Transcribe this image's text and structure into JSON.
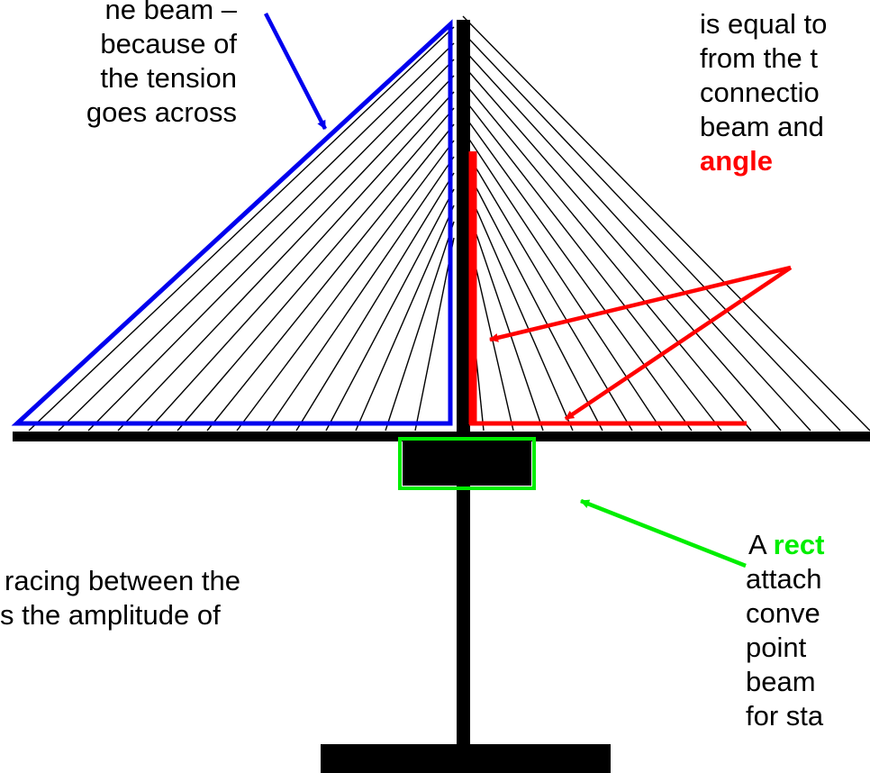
{
  "colors": {
    "structure": "#000000",
    "blue_outline": "#0000ee",
    "red_angle": "#ff0000",
    "green_box": "#00ee00",
    "background": "#ffffff"
  },
  "labels": {
    "left_top": [
      "ne beam –",
      "because of",
      "the tension",
      "goes across"
    ],
    "right_top": [
      "is equal to",
      "from the t",
      "connectio",
      "beam and"
    ],
    "right_top_emphasis": "angle",
    "left_bottom": [
      "racing between the",
      "s the amplitude of"
    ],
    "right_bottom_prefix": "A ",
    "right_bottom_emphasis": "rect",
    "right_bottom": [
      "attach",
      "conve",
      "point",
      "beam",
      "for sta"
    ]
  }
}
